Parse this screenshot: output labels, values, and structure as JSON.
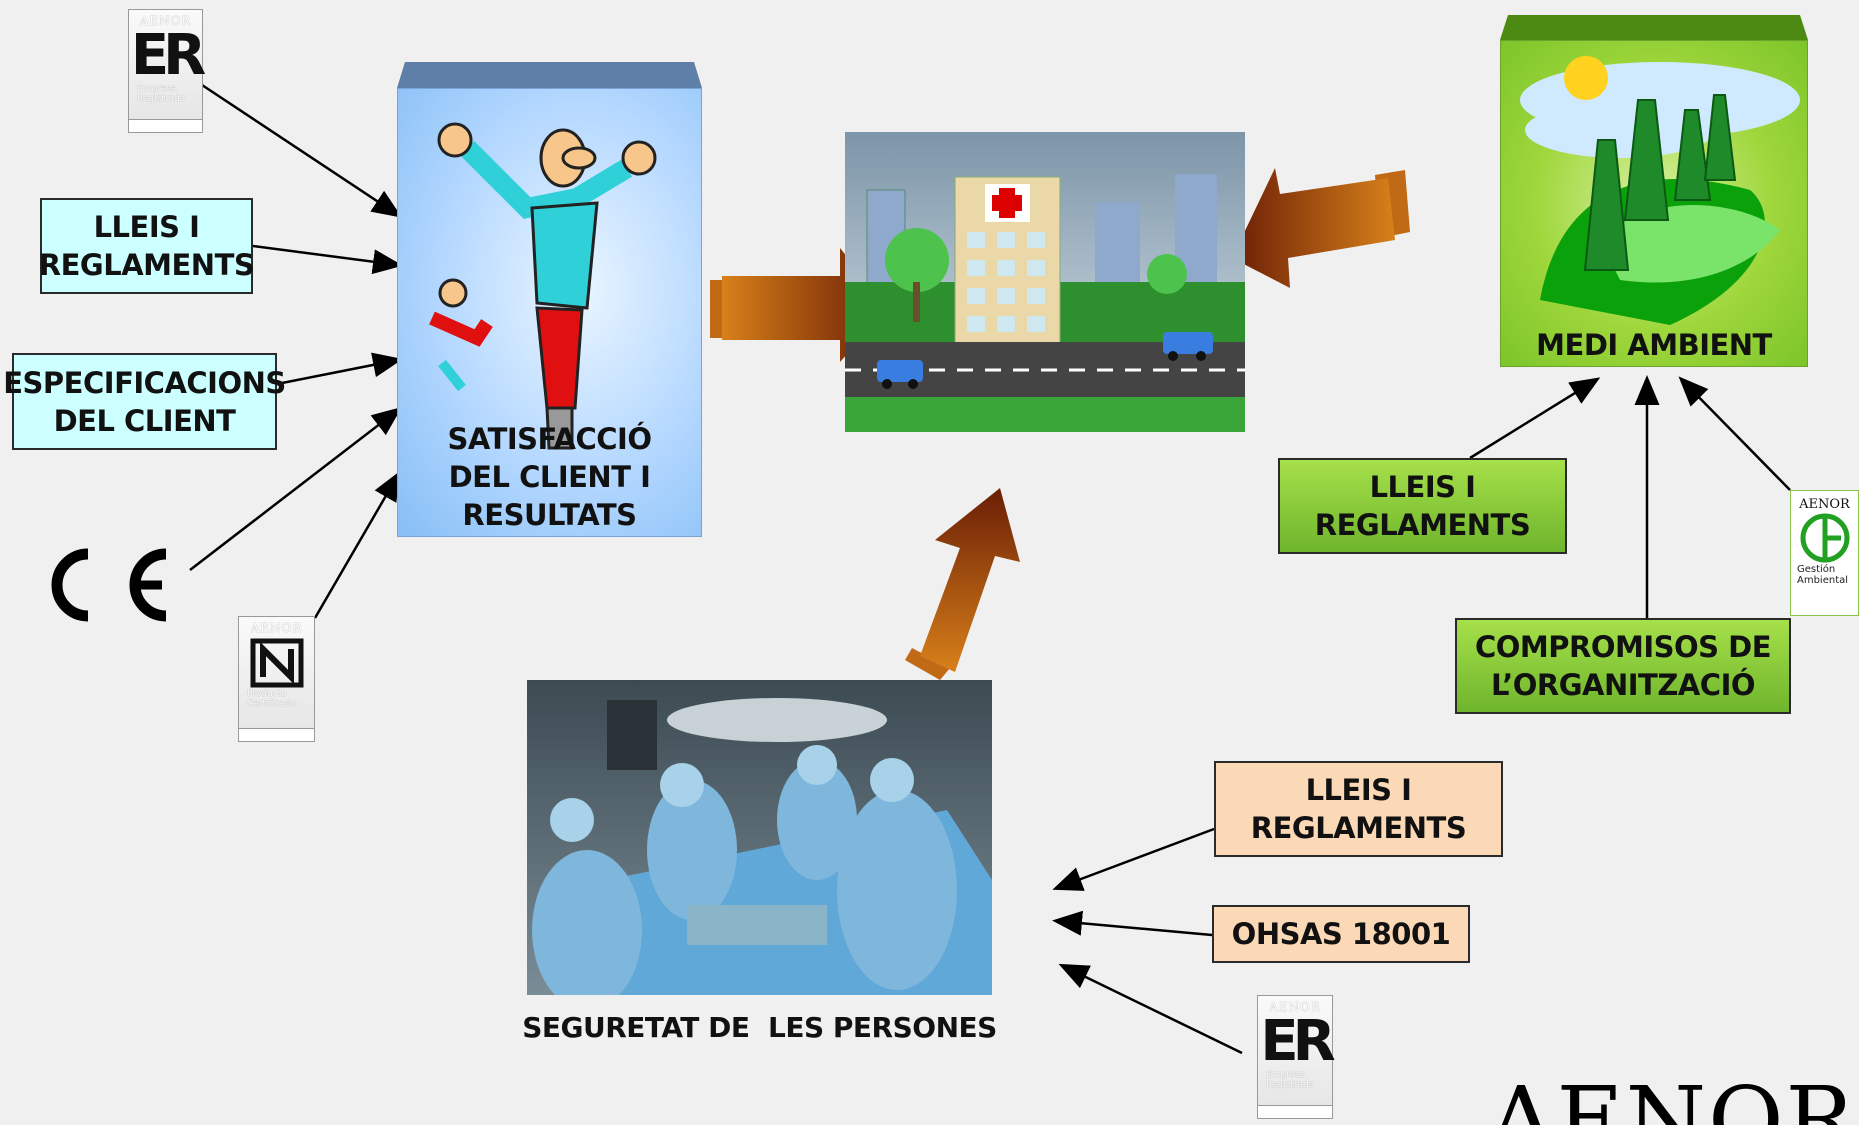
{
  "client_box": {
    "line1": "SATISFACCIÓ",
    "line2": "DEL CLIENT I",
    "line3": "RESULTATS"
  },
  "env_box": {
    "label": "MEDI AMBIENT"
  },
  "safety": {
    "label": "SEGURETAT DE  LES PERSONES"
  },
  "left_inputs": [
    {
      "line1": "LLEIS I",
      "line2": "REGLAMENTS"
    },
    {
      "line1": "ESPECIFICACIONS",
      "line2": "DEL CLIENT"
    }
  ],
  "env_inputs": [
    {
      "line1": "LLEIS I",
      "line2": "REGLAMENTS"
    },
    {
      "line1": "COMPROMISOS DE",
      "line2": "L’ORGANITZACIÓ"
    }
  ],
  "safety_inputs": [
    {
      "line1": "LLEIS I",
      "line2": "REGLAMENTS"
    },
    {
      "line1": "OHSAS 18001"
    }
  ],
  "badges": {
    "er_top": {
      "org": "AENOR",
      "mark": "ER",
      "sub1": "Empresa",
      "sub2": "Registrada"
    },
    "n_product": {
      "org": "AENOR",
      "mark": "N",
      "sub1": "Producto",
      "sub2": "Certificado"
    },
    "ga": {
      "org": "AENOR",
      "sub1": "Gestión",
      "sub2": "Ambiental"
    },
    "er_bottom": {
      "org": "AENOR",
      "mark": "ER",
      "sub1": "Empresa",
      "sub2": "Registrada"
    }
  },
  "ce_mark": "CE",
  "brand": "AENOR",
  "colors": {
    "cyan_box": "#ccffff",
    "green_box": "#8fd03c",
    "peach_box": "#fcd9b6",
    "arrow": "#8b3a10"
  }
}
